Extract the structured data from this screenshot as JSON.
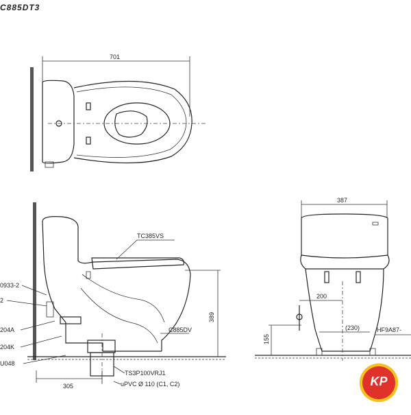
{
  "model_code": "C885DT3",
  "top_view": {
    "width_dim": "701"
  },
  "side_view": {
    "seat_label": "TC385VS",
    "bowl_label": "C885DV",
    "parts_left": [
      "0933-2",
      "2",
      "204A",
      "204K",
      "U048"
    ],
    "height_dim": "389",
    "rough_in_dim": "305",
    "flange_label": "TS3P100VRJ1",
    "pipe_label": "uPVC Ø 110 (C1, C2)"
  },
  "front_view": {
    "width_dim": "387",
    "supply_dim": "200",
    "center_dim": "(230)",
    "height_dim": "155",
    "hose_label": "HF9A87-"
  },
  "logo": {
    "text": "KP",
    "colors": {
      "circle": "#e0322a",
      "ring": "#f6c21c"
    }
  }
}
